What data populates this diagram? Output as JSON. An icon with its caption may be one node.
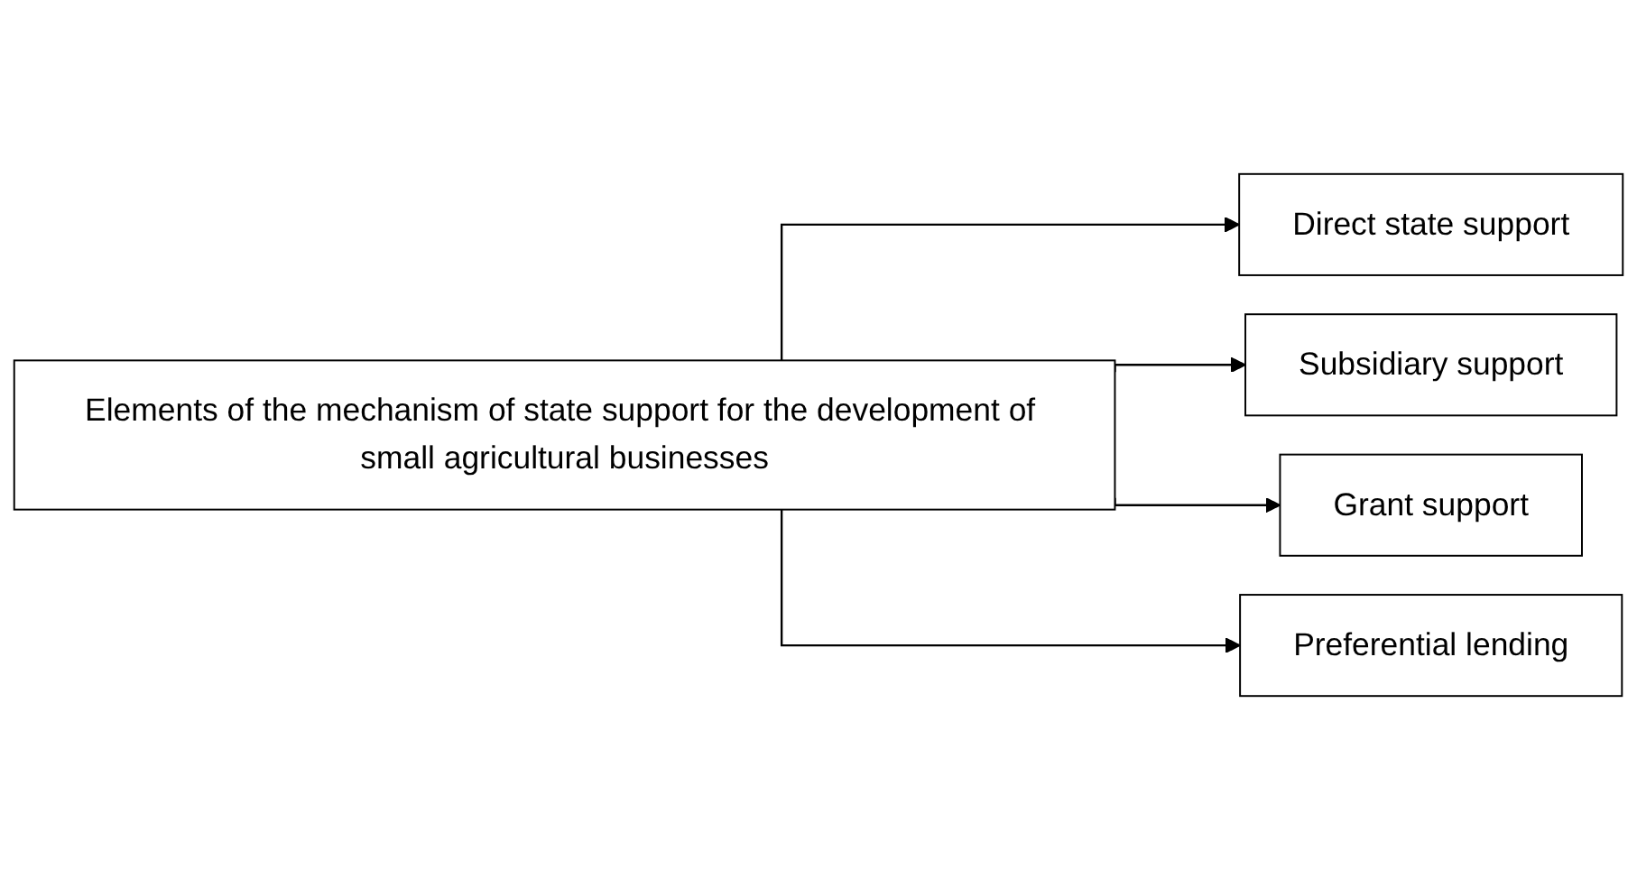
{
  "diagram": {
    "nodes": [
      {
        "text": [
          "Elements of the mechanism of state support for the development of small agricultural businesses"
        ]
      },
      {
        "text": [
          "Direct state support"
        ]
      },
      {
        "text": [
          "Subsidiary support"
        ]
      },
      {
        "text": [
          "Grant support"
        ]
      },
      {
        "text": [
          "Preferential lending"
        ]
      }
    ],
    "edges": [
      {
        "from": 0,
        "to": 1,
        "arrow": "to"
      },
      {
        "from": 0,
        "to": 2,
        "arrow": "to"
      },
      {
        "from": 0,
        "to": 3,
        "arrow": "to"
      },
      {
        "from": 0,
        "to": 4,
        "arrow": "to"
      }
    ]
  }
}
